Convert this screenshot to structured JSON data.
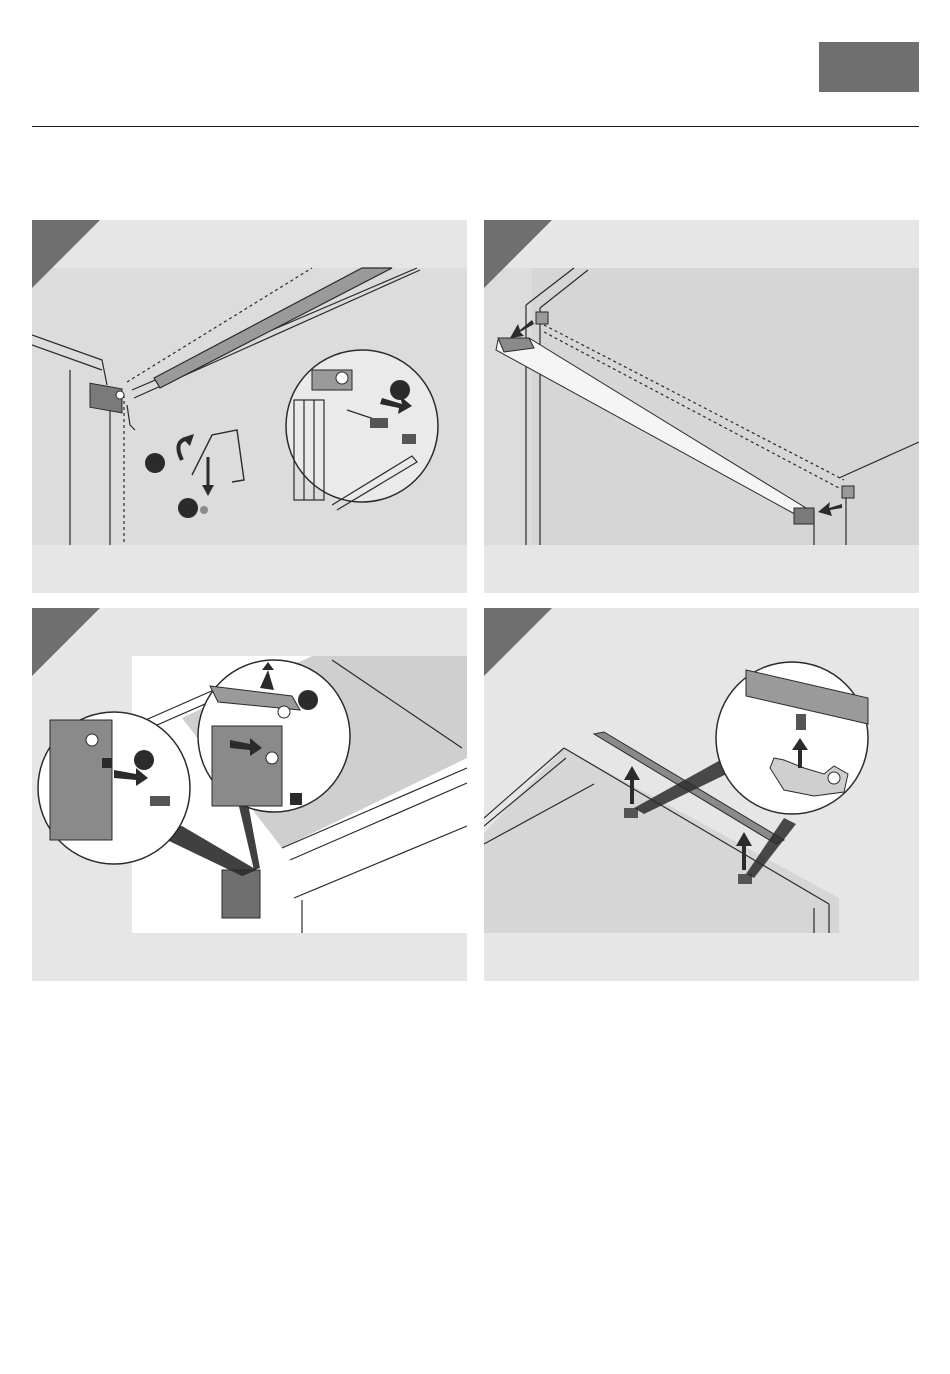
{
  "page": {
    "header_tab_color": "#6f6f6f",
    "rule_color": "#1a1a1a"
  },
  "panels": [
    {
      "id": "step-1",
      "icons": [
        "rotate-arrow-icon",
        "down-arrow-icon",
        "push-arrow-icon",
        "step-marker-icon"
      ]
    },
    {
      "id": "step-2",
      "icons": [
        "left-arrow-icon"
      ]
    },
    {
      "id": "step-3",
      "icons": [
        "up-arrow-icon",
        "push-arrow-icon",
        "step-marker-icon"
      ]
    },
    {
      "id": "step-4",
      "icons": [
        "up-arrow-icon"
      ]
    }
  ],
  "colors": {
    "panel_bg": "#e6e6e6",
    "panel_inner": "#dcdcdc",
    "corner": "#6f6f6f",
    "line": "#2b2b2b",
    "part_dark": "#7a7a7a"
  }
}
